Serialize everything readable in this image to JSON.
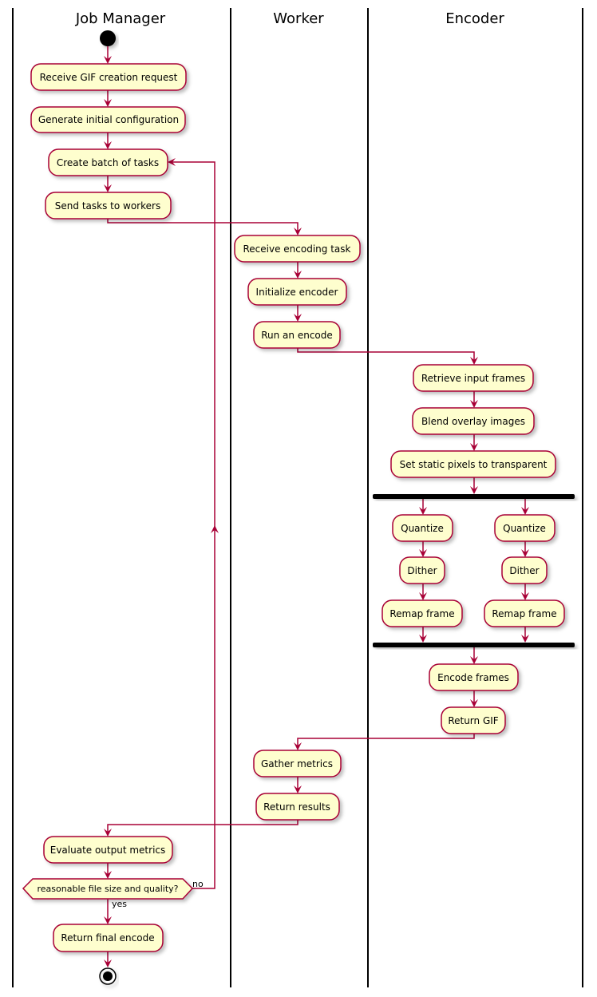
{
  "lanes": {
    "job_manager": "Job Manager",
    "worker": "Worker",
    "encoder": "Encoder"
  },
  "activities": {
    "receive_request": "Receive GIF creation request",
    "generate_config": "Generate initial configuration",
    "create_batch": "Create batch of tasks",
    "send_tasks": "Send tasks to workers",
    "receive_task": "Receive encoding task",
    "init_encoder": "Initialize encoder",
    "run_encode": "Run an encode",
    "retrieve_frames": "Retrieve input frames",
    "blend_overlay": "Blend overlay images",
    "set_static": "Set static pixels to transparent",
    "quantize_left": "Quantize",
    "dither_left": "Dither",
    "remap_left": "Remap frame",
    "quantize_right": "Quantize",
    "dither_right": "Dither",
    "remap_right": "Remap frame",
    "encode_frames": "Encode frames",
    "return_gif": "Return GIF",
    "gather_metrics": "Gather metrics",
    "return_results": "Return results",
    "evaluate_metrics": "Evaluate output metrics",
    "return_final": "Return final encode"
  },
  "decision": {
    "question": "reasonable file size and quality?",
    "no_label": "no",
    "yes_label": "yes"
  },
  "colors": {
    "activity_fill": "#FEFECE",
    "arrow": "#A80036",
    "lane_divider": "#000000"
  }
}
